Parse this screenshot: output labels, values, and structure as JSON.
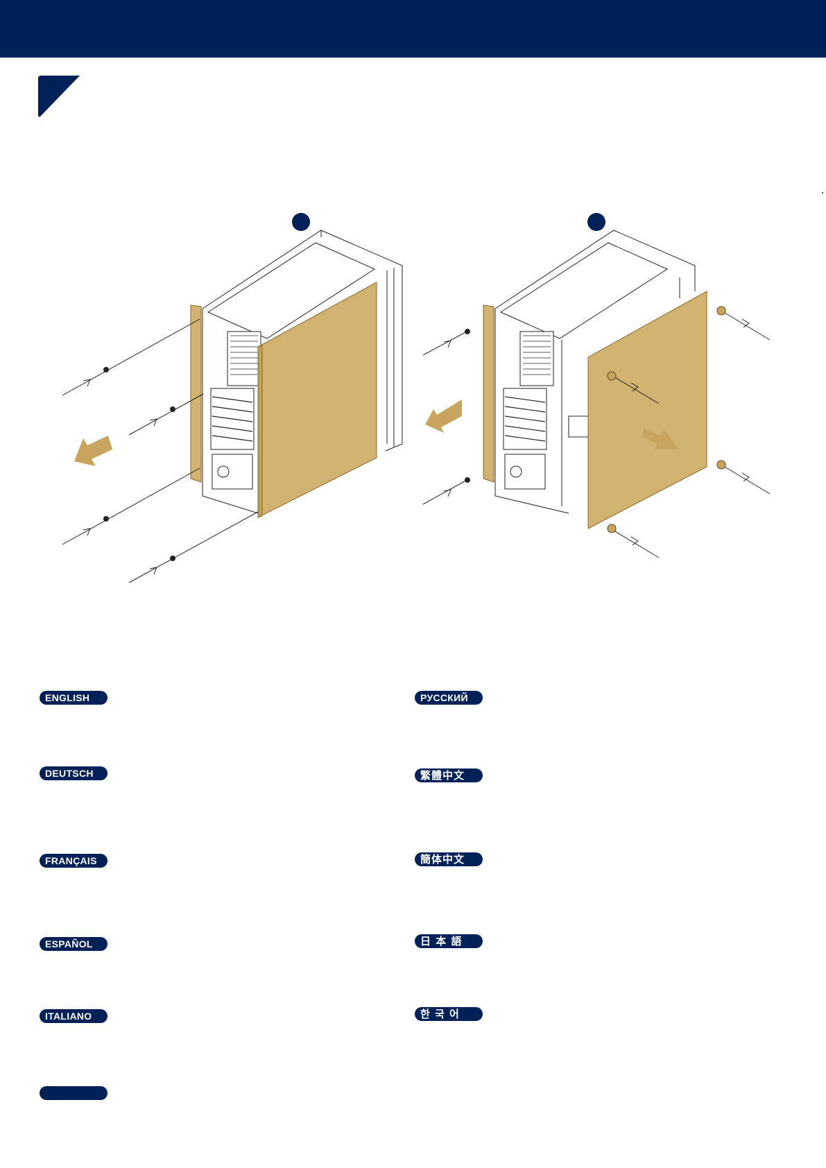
{
  "colors": {
    "header": "#002157",
    "panel": "#d1b270",
    "arrow": "#c9a45e",
    "line": "#222222"
  },
  "steps": [
    {
      "icon": "step-1-marker"
    },
    {
      "icon": "step-2-marker"
    }
  ],
  "languages": {
    "left": [
      {
        "id": "english",
        "label": "ENGLISH"
      },
      {
        "id": "deutsch",
        "label": "DEUTSCH"
      },
      {
        "id": "francais",
        "label": "FRANÇAIS"
      },
      {
        "id": "espanol",
        "label": "ESPAÑOL"
      },
      {
        "id": "italiano",
        "label": "ITALIANO"
      },
      {
        "id": "blank",
        "label": ""
      }
    ],
    "right": [
      {
        "id": "russian",
        "label": "РУССКИЙ"
      },
      {
        "id": "traditional-chinese",
        "label": "繁體中文"
      },
      {
        "id": "simplified-chinese",
        "label": "簡体中文"
      },
      {
        "id": "japanese",
        "label": "日 本 語"
      },
      {
        "id": "korean",
        "label": "한 국 어"
      }
    ]
  }
}
